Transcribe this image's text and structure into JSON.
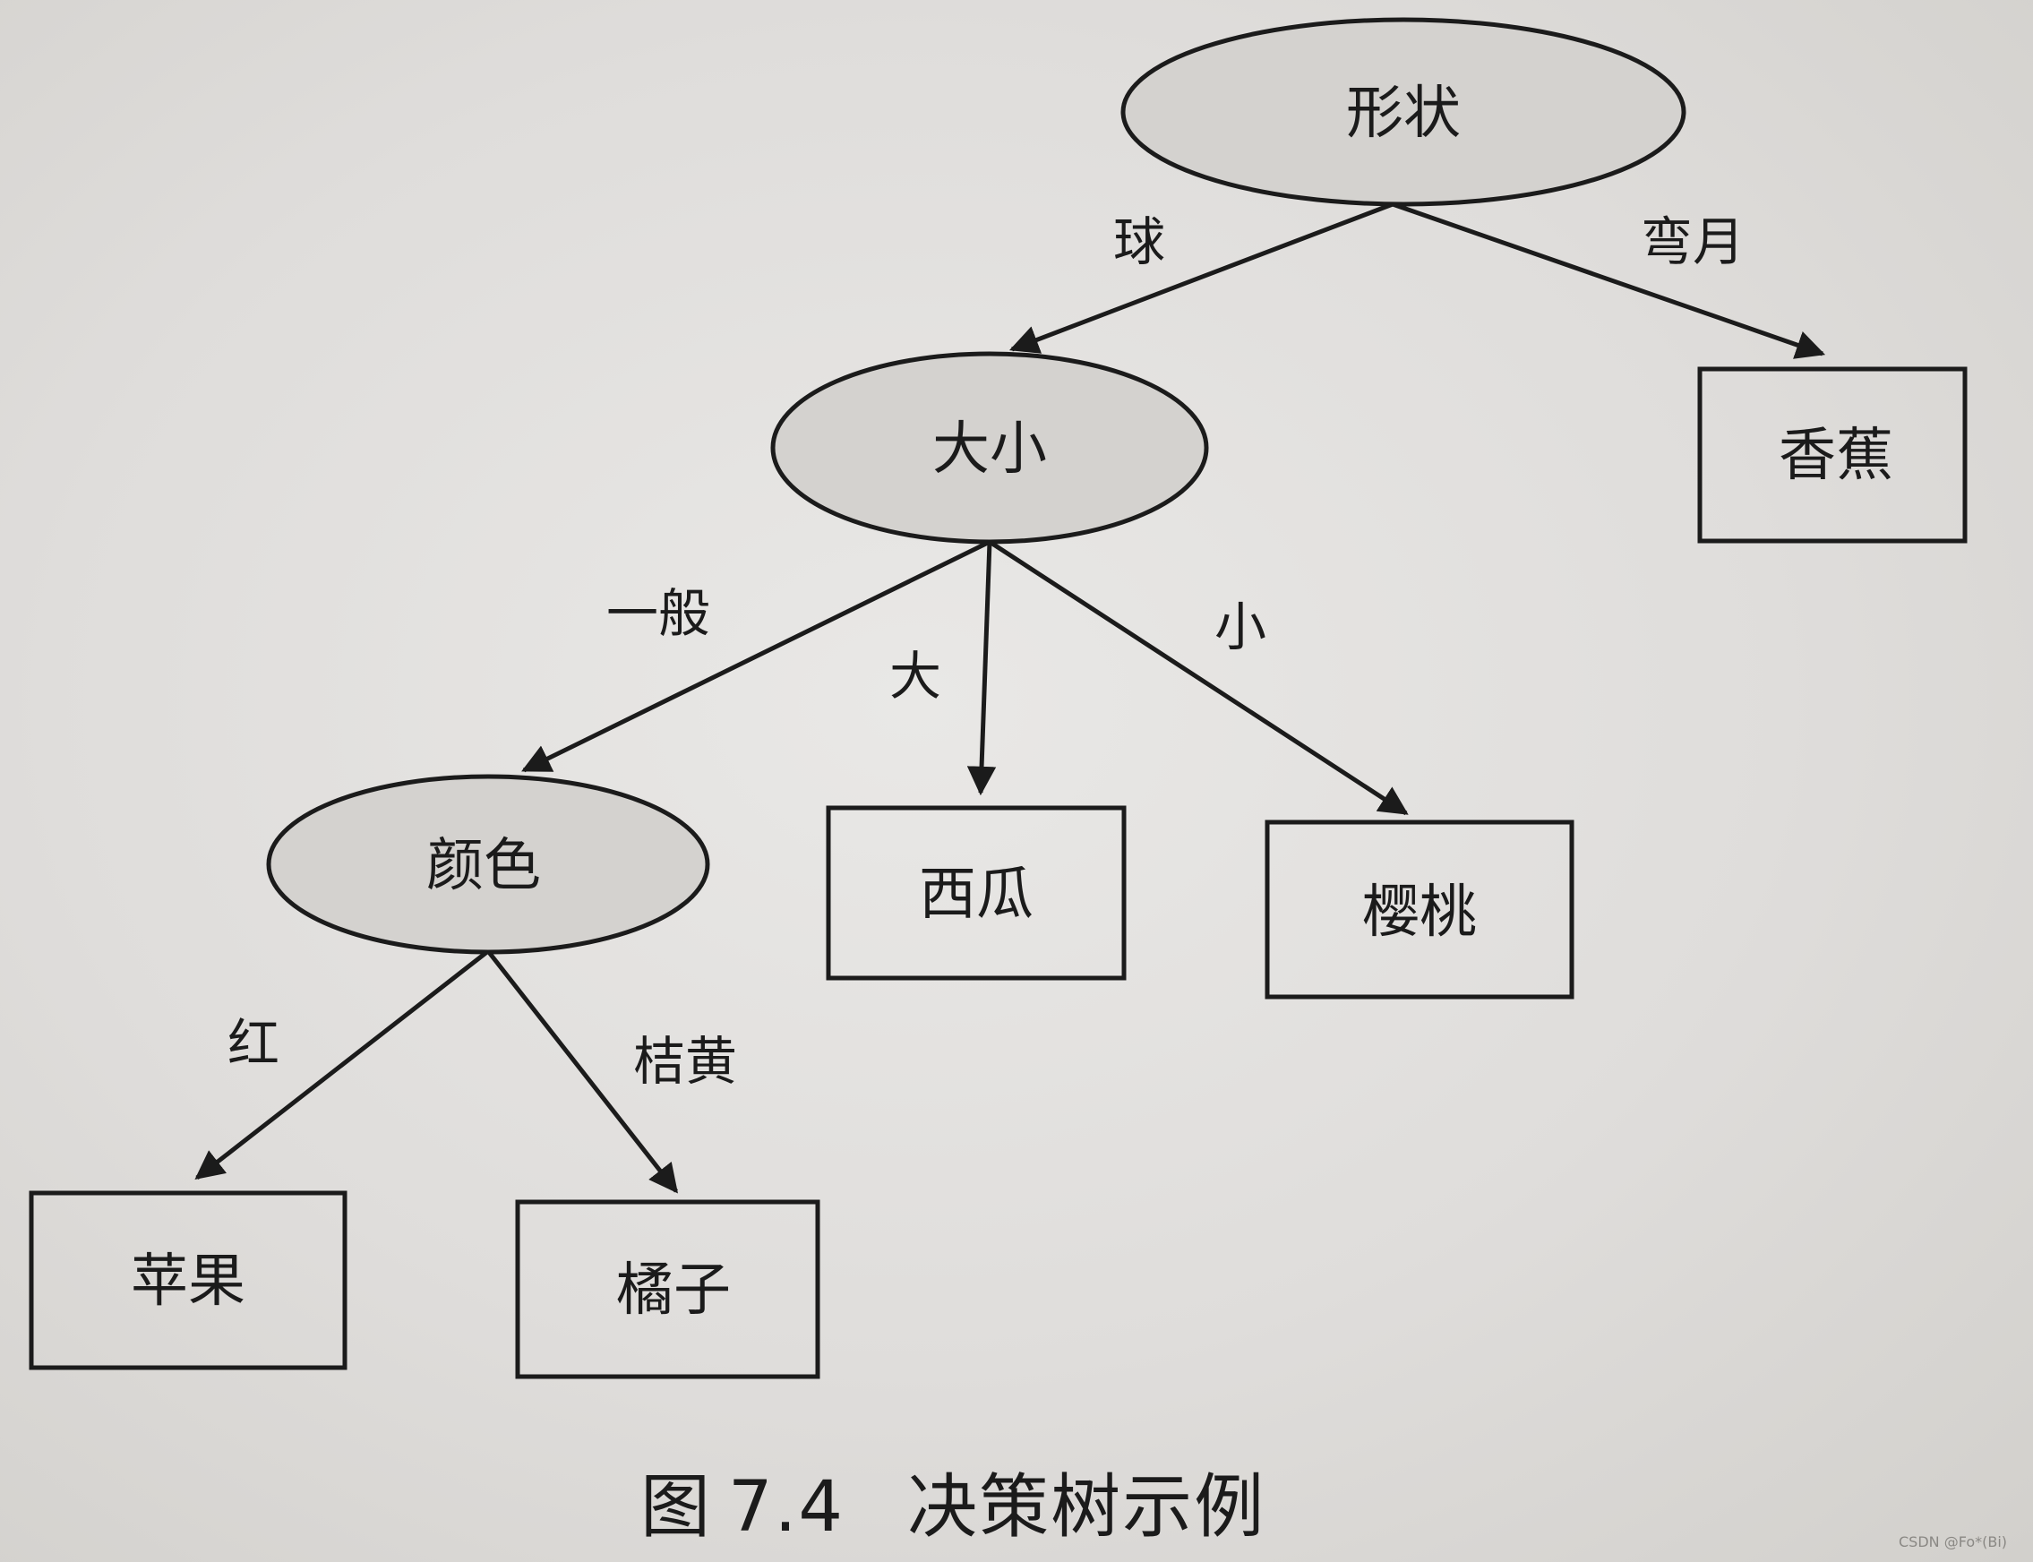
{
  "nodes": {
    "shape": "形状",
    "size": "大小",
    "color": "颜色",
    "banana": "香蕉",
    "watermelon": "西瓜",
    "cherry": "樱桃",
    "apple": "苹果",
    "orange": "橘子"
  },
  "edges": {
    "ball": "球",
    "crescent": "弯月",
    "medium": "一般",
    "big": "大",
    "small": "小",
    "red": "红",
    "orange_yellow": "桔黄"
  },
  "caption": {
    "prefix": "图",
    "number": "7.4",
    "title": "决策树示例"
  },
  "watermark": "CSDN @Fo*(Bi)",
  "colors": {
    "node_fill": "#d4d2cf",
    "stroke": "#1b1b1b"
  }
}
